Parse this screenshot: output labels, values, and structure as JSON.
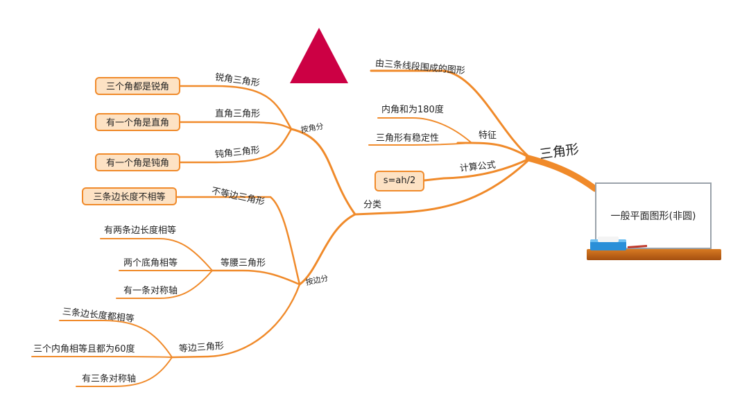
{
  "root": {
    "label": "三角形"
  },
  "board": {
    "text": "一般平面图形(非圆)"
  },
  "triangle_color": "#cc0044",
  "branch_color": "#f08a2a",
  "nodes": {
    "definition": "由三条线段围成的图形",
    "feature": "特征",
    "feature_angle_sum": "内角和为180度",
    "feature_stability": "三角形有稳定性",
    "formula": "计算公式",
    "formula_value": "s=ah/2",
    "classify": "分类",
    "by_angle": "按角分",
    "acute": "锐角三角形",
    "acute_desc": "三个角都是锐角",
    "right": "直角三角形",
    "right_desc": "有一个角是直角",
    "obtuse": "钝角三角形",
    "obtuse_desc": "有一个角是钝角",
    "by_side": "按边分",
    "scalene": "不等边三角形",
    "scalene_desc": "三条边长度不相等",
    "isosceles": "等腰三角形",
    "iso_1": "有两条边长度相等",
    "iso_2": "两个底角相等",
    "iso_3": "有一条对称轴",
    "equilateral": "等边三角形",
    "equi_1": "三条边长度都相等",
    "equi_2": "三个内角相等且都为60度",
    "equi_3": "有三条对称轴"
  }
}
